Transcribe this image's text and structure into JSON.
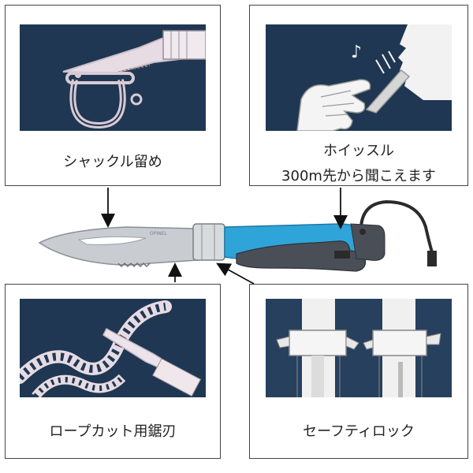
{
  "panels": {
    "shackle": {
      "caption": "シャックル留め",
      "illustration_icon": "shackle-icon"
    },
    "whistle": {
      "caption_line1": "ホイッスル",
      "caption_line2": "300m先から聞こえます",
      "illustration_icon": "whistle-icon"
    },
    "rope": {
      "caption": "ロープカット用鋸刃",
      "illustration_icon": "rope-cut-icon"
    },
    "lock": {
      "caption": "セーフティロック",
      "illustration_icon": "safety-lock-icon"
    }
  },
  "knife": {
    "icon": "folding-knife-icon"
  },
  "colors": {
    "panel_bg": "#1f3752",
    "handle_blue": "#2fa4d9",
    "handle_gray": "#4a4f57",
    "blade": "#c9cdd2",
    "border": "#444444"
  }
}
